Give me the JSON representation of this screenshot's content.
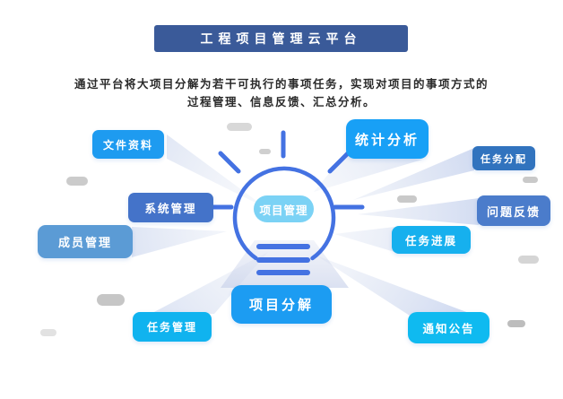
{
  "banner": {
    "label": "工程项目管理云平台",
    "color": "#3A5A99"
  },
  "description": {
    "line1": "通过平台将大项目分解为若干可执行的事项任务，实现对项目的事项方式的",
    "line2": "过程管理、信息反馈、汇总分析。"
  },
  "hub": {
    "label": "项目管理",
    "color": "#7BD2F5",
    "ring_color": "#4472E2"
  },
  "nodes": [
    {
      "id": "file-docs",
      "label": "文件资料",
      "color": "#1E9BF0"
    },
    {
      "id": "stats-analysis",
      "label": "统计分析",
      "color": "#18A0F6"
    },
    {
      "id": "task-assign",
      "label": "任务分配",
      "color": "#3173BE"
    },
    {
      "id": "system-mgmt",
      "label": "系统管理",
      "color": "#4473C9"
    },
    {
      "id": "issue-feedback",
      "label": "问题反馈",
      "color": "#4B7CCB"
    },
    {
      "id": "member-mgmt",
      "label": "成员管理",
      "color": "#5B9BD5"
    },
    {
      "id": "task-progress",
      "label": "任务进展",
      "color": "#16B0EE"
    },
    {
      "id": "project-breakdown",
      "label": "项目分解",
      "color": "#1C9CF2"
    },
    {
      "id": "task-mgmt",
      "label": "任务管理",
      "color": "#10B3EF"
    },
    {
      "id": "notice",
      "label": "通知公告",
      "color": "#0FBAF0"
    }
  ]
}
